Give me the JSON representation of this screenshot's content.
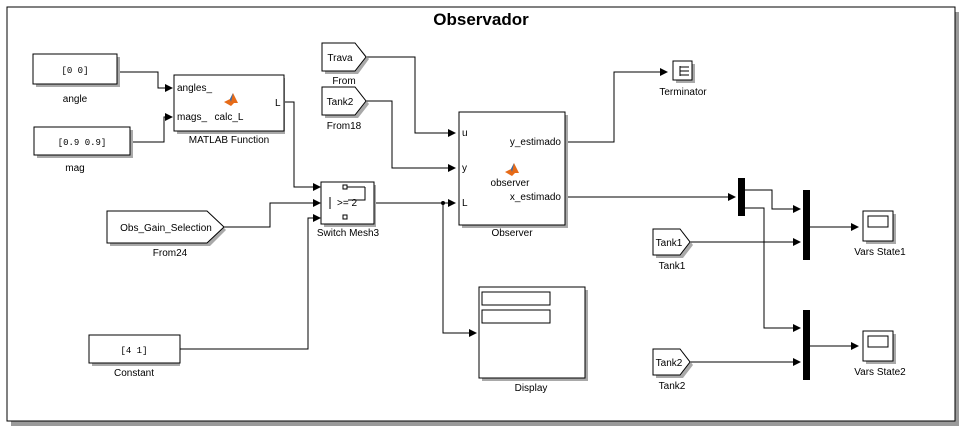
{
  "title": "Observador",
  "blocks": {
    "angle": {
      "value": "[0   0]",
      "name": "angle"
    },
    "mag": {
      "value": "[0.9   0.9]",
      "name": "mag"
    },
    "matlab_fn": {
      "in1": "angles_",
      "in2": "mags_",
      "center": "calc_L",
      "out": "L",
      "name": "MATLAB Function"
    },
    "from_trava": {
      "tag": "Trava",
      "name": "From"
    },
    "from_tank2": {
      "tag": "Tank2",
      "name": "From18"
    },
    "from_obs": {
      "tag": "Obs_Gain_Selection",
      "name": "From24"
    },
    "switch": {
      "cond": ">= 2",
      "name": "Switch Mesh3"
    },
    "constant": {
      "value": "[4   1]",
      "name": "Constant"
    },
    "observer": {
      "in_u": "u",
      "in_y": "y",
      "in_L": "L",
      "out_y": "y_estimado",
      "out_x": "x_estimado",
      "center": "observer",
      "name": "Observer"
    },
    "terminator": {
      "name": "Terminator"
    },
    "display": {
      "name": "Display"
    },
    "tank1": {
      "tag": "Tank1",
      "name": "Tank1"
    },
    "tank2b": {
      "tag": "Tank2",
      "name": "Tank2"
    },
    "scope1": {
      "name": "Vars State1"
    },
    "scope2": {
      "name": "Vars State2"
    }
  }
}
